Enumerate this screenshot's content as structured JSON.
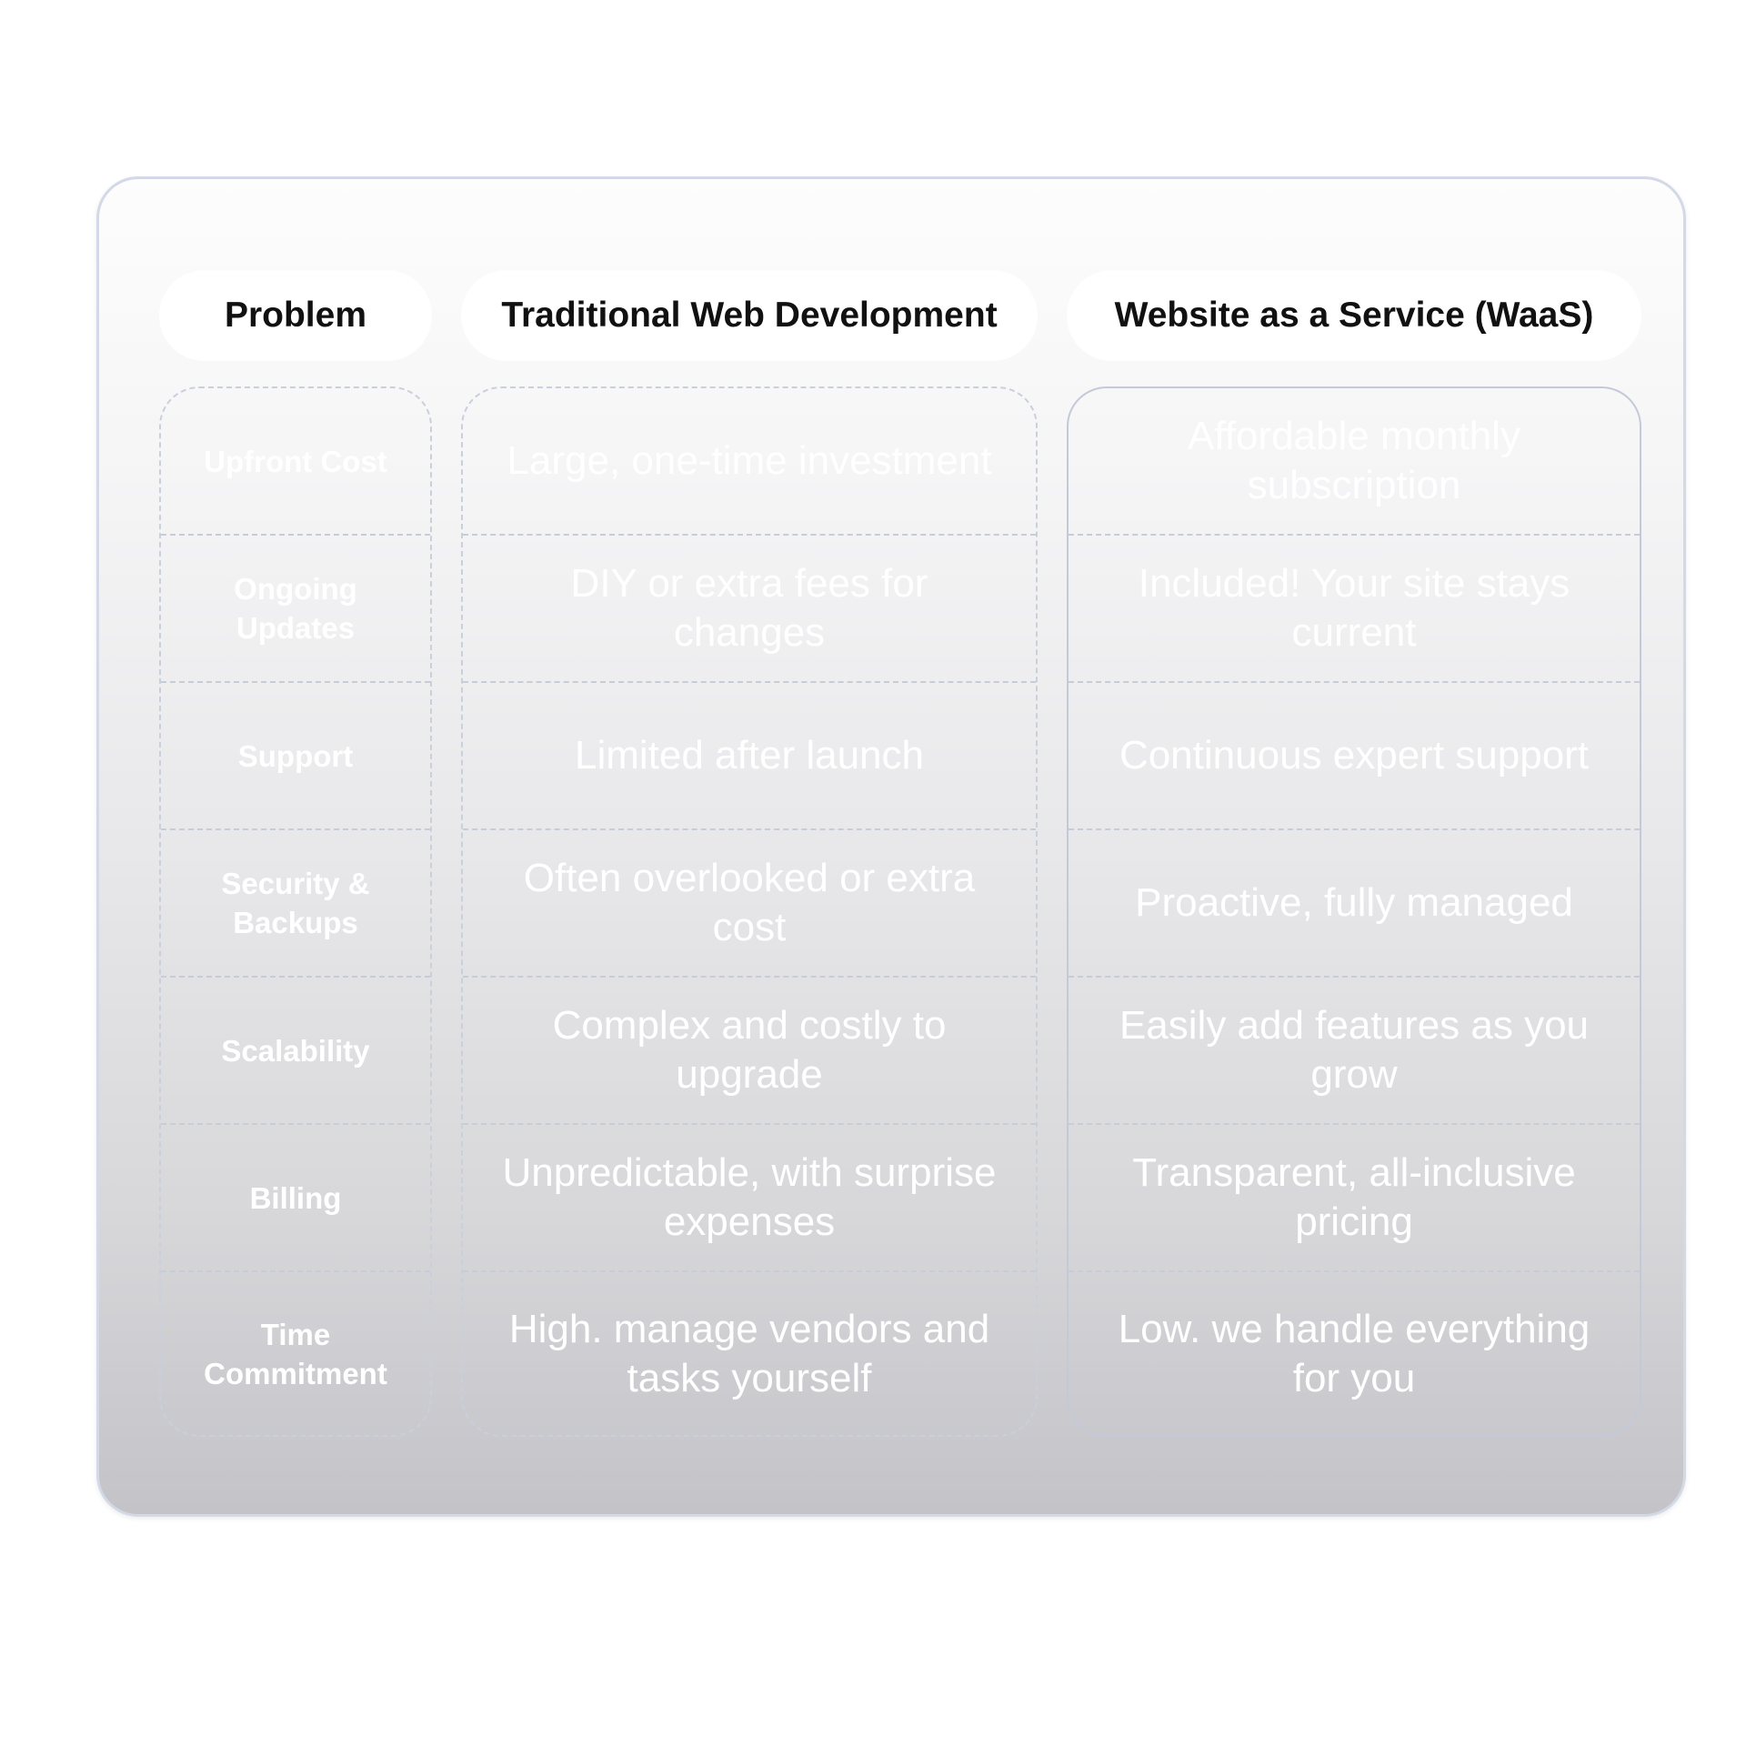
{
  "table": {
    "headers": {
      "problem": "Problem",
      "traditional": "Traditional Web Development",
      "waas": "Website as a Service (WaaS)"
    },
    "rows": [
      {
        "problem": "Upfront Cost",
        "traditional": "Large, one-time investment",
        "waas": "Affordable monthly subscription"
      },
      {
        "problem": "Ongoing Updates",
        "traditional": "DIY or extra fees for changes",
        "waas": "Included! Your site stays current"
      },
      {
        "problem": "Support",
        "traditional": "Limited after launch",
        "waas": "Continuous expert support"
      },
      {
        "problem": "Security & Backups",
        "traditional": "Often overlooked or extra cost",
        "waas": "Proactive, fully managed"
      },
      {
        "problem": "Scalability",
        "traditional": "Complex and costly to upgrade",
        "waas": "Easily add features as you grow"
      },
      {
        "problem": "Billing",
        "traditional": "Unpredictable, with surprise expenses",
        "waas": "Transparent, all-inclusive pricing"
      },
      {
        "problem": "Time Commitment",
        "traditional": "High. manage vendors and tasks yourself",
        "waas": "Low. we handle everything for you"
      }
    ]
  },
  "colors": {
    "header_bg": "#ffffff",
    "header_text": "#111111",
    "cell_text": "#ffffff",
    "card_border": "#d3d9e6"
  }
}
